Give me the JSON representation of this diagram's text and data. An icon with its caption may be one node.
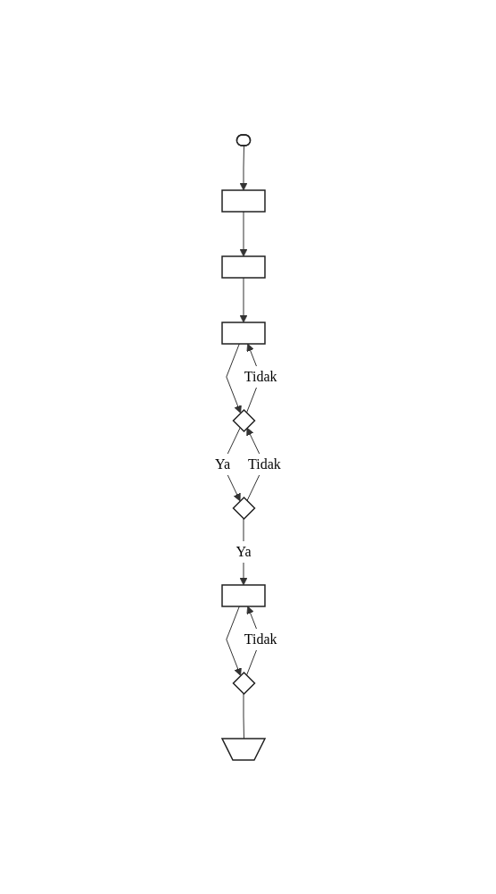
{
  "diagram": {
    "nodes": [
      {
        "text": [],
        "shape": "stadium"
      },
      {
        "text": [],
        "shape": "box"
      },
      {
        "text": [],
        "shape": "box"
      },
      {
        "text": [],
        "shape": "box"
      },
      {
        "text": [],
        "shape": "diamond"
      },
      {
        "text": [],
        "shape": "diamond"
      },
      {
        "text": [],
        "shape": "box"
      },
      {
        "text": [],
        "shape": "diamond"
      },
      {
        "text": [],
        "shape": "pentagon"
      }
    ],
    "edges": [
      {
        "from": 0,
        "to": 1,
        "arrow": "to"
      },
      {
        "from": 1,
        "to": 2,
        "arrow": "to"
      },
      {
        "from": 2,
        "to": 3,
        "arrow": "to"
      },
      {
        "from": 3,
        "to": 4,
        "arrow": "to"
      },
      {
        "from": 4,
        "to": 3,
        "arrow": "to",
        "label": "Tidak"
      },
      {
        "from": 4,
        "to": 5,
        "arrow": "to",
        "label": "Ya"
      },
      {
        "from": 5,
        "to": 4,
        "arrow": "to",
        "label": "Tidak"
      },
      {
        "from": 5,
        "to": 6,
        "arrow": "to",
        "label": "Ya"
      },
      {
        "from": 6,
        "to": 7,
        "arrow": "to"
      },
      {
        "from": 7,
        "to": 6,
        "arrow": "to",
        "label": "Tidak"
      },
      {
        "from": 7,
        "to": 8,
        "arrow": "none"
      }
    ]
  }
}
